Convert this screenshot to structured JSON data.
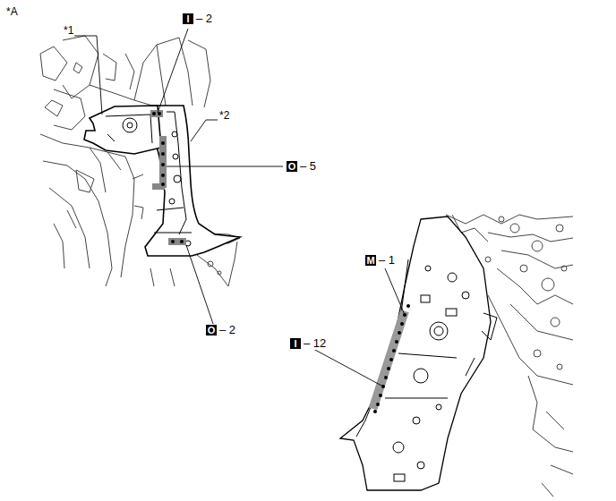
{
  "diagram": {
    "nodes": [
      {
        "text": [
          "I",
          "– 2"
        ]
      },
      {
        "text": [
          "O",
          "– 5"
        ]
      },
      {
        "text": [
          "O",
          "– 2"
        ]
      },
      {
        "text": [
          "M",
          "– 1"
        ]
      },
      {
        "text": [
          "I",
          "– 12"
        ]
      }
    ],
    "labels": [
      "*A",
      "*1",
      "*2"
    ]
  }
}
